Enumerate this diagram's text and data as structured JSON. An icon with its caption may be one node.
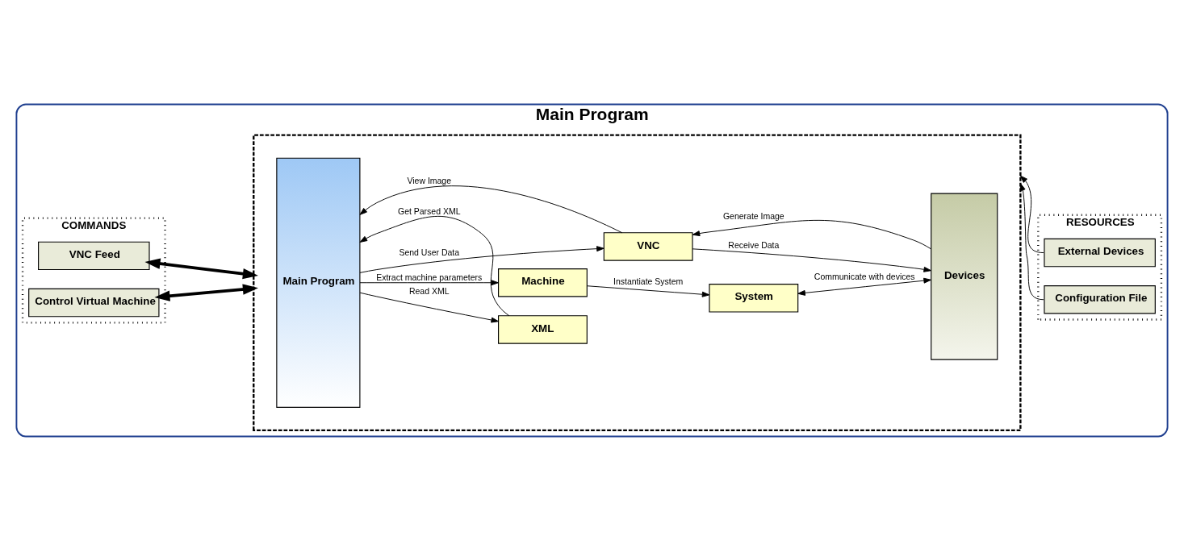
{
  "diagram": {
    "nodes": [
      {
        "text": [
          "Main Program"
        ]
      },
      {
        "text": [
          "COMMANDS"
        ],
        "in": 0
      },
      {
        "text": [
          "Control Virtual Machine"
        ],
        "in": 1
      },
      {
        "text": [
          "VNC Feed"
        ],
        "in": 1
      },
      {
        "text": [],
        "shape": "box",
        "in": 0
      },
      {
        "text": [
          "Main Program"
        ],
        "in": 4
      },
      {
        "text": [
          "XML"
        ],
        "in": 4
      },
      {
        "text": [
          "Machine"
        ],
        "in": 4
      },
      {
        "text": [
          "System"
        ],
        "in": 4
      },
      {
        "text": [
          "VNC"
        ],
        "in": 4
      },
      {
        "text": [
          "Devices"
        ],
        "in": 4
      },
      {
        "text": [
          "RESOURCES"
        ],
        "in": 0
      },
      {
        "text": [
          "Configuration File"
        ],
        "in": 11
      },
      {
        "text": [
          "External Devices"
        ],
        "in": 11
      }
    ],
    "edges": [
      {
        "from": 2,
        "to": 4,
        "arrow": "both",
        "style": "thick"
      },
      {
        "from": 3,
        "to": 4,
        "arrow": "both",
        "style": "thick"
      },
      {
        "from": 5,
        "to": 6,
        "arrow": "to",
        "label": "Read XML"
      },
      {
        "from": 6,
        "to": 5,
        "arrow": "to",
        "label": "Get Parsed XML"
      },
      {
        "from": 5,
        "to": 7,
        "arrow": "to",
        "label": "Extract machine parameters"
      },
      {
        "from": 7,
        "to": 8,
        "arrow": "to",
        "label": "Instantiate System"
      },
      {
        "from": 8,
        "to": 10,
        "arrow": "both",
        "label": "Communicate with devices"
      },
      {
        "from": 9,
        "to": 5,
        "arrow": "to",
        "label": "View Image"
      },
      {
        "from": 10,
        "to": 9,
        "arrow": "to",
        "label": "Generate Image"
      },
      {
        "from": 5,
        "to": 9,
        "arrow": "to",
        "label": "Send User Data"
      },
      {
        "from": 9,
        "to": 10,
        "arrow": "to",
        "label": "Receive Data"
      },
      {
        "from": 12,
        "to": 4,
        "arrow": "to"
      },
      {
        "from": 13,
        "to": 4,
        "arrow": "to"
      }
    ]
  }
}
